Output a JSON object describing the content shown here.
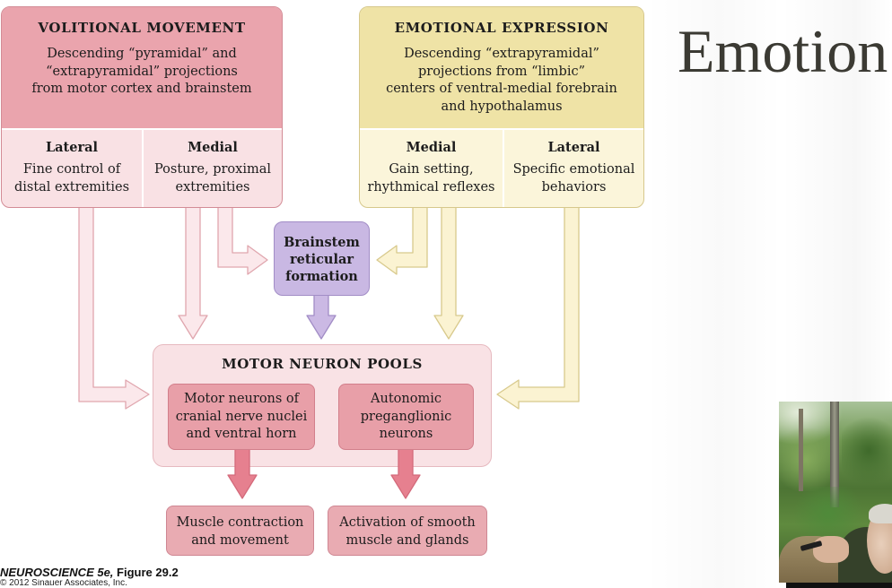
{
  "slide": {
    "title": "Emotion",
    "caption_book": "NEUROSCIENCE 5e,",
    "caption_figure": "Figure 29.2",
    "copyright": "© 2012 Sinauer Associates, Inc."
  },
  "diagram": {
    "volitional": {
      "heading": "VOLITIONAL MOVEMENT",
      "description": [
        "Descending “pyramidal” and",
        "“extrapyramidal” projections",
        "from motor cortex and brainstem"
      ],
      "lateral": {
        "heading": "Lateral",
        "lines": [
          "Fine control of",
          "distal extremities"
        ]
      },
      "medial": {
        "heading": "Medial",
        "lines": [
          "Posture, proximal",
          "extremities"
        ]
      }
    },
    "emotional": {
      "heading": "EMOTIONAL EXPRESSION",
      "description": [
        "Descending “extrapyramidal”",
        "projections from “limbic”",
        "centers of ventral-medial forebrain",
        "and hypothalamus"
      ],
      "medial": {
        "heading": "Medial",
        "lines": [
          "Gain setting,",
          "rhythmical reflexes"
        ]
      },
      "lateral": {
        "heading": "Lateral",
        "lines": [
          "Specific emotional",
          "behaviors"
        ]
      }
    },
    "brainstem": {
      "lines": [
        "Brainstem",
        "reticular",
        "formation"
      ]
    },
    "motor_neuron_pools": {
      "heading": "MOTOR NEURON POOLS",
      "somatic": {
        "lines": [
          "Motor neurons of",
          "cranial nerve nuclei",
          "and ventral horn"
        ]
      },
      "autonomic": {
        "lines": [
          "Autonomic",
          "preganglionic",
          "neurons"
        ]
      }
    },
    "outputs": {
      "somatic": {
        "lines": [
          "Muscle contraction",
          "and movement"
        ]
      },
      "autonomic": {
        "lines": [
          "Activation of smooth",
          "muscle and glands"
        ]
      }
    }
  },
  "colors": {
    "volitional_header": "#eaa4ad",
    "volitional_body": "#f9e1e4",
    "volitional_border": "#d38c96",
    "emotional_header": "#efe3a6",
    "emotional_body": "#fbf5da",
    "emotional_border": "#d6c88c",
    "brainstem_fill": "#c9b8e3",
    "brainstem_border": "#a28dc6",
    "motor_pools_fill": "#f9e2e5",
    "motor_pools_border": "#e6b9bf",
    "motor_pools_inner": "#e89fa8",
    "motor_pools_inner_border": "#d27f8b",
    "output_fill": "#e9abb2",
    "output_border": "#cf8793",
    "arrow_pink": "#fbe8eb",
    "arrow_pink_stroke": "#e0a6ae",
    "arrow_yellow": "#fbf3d2",
    "arrow_yellow_stroke": "#d8c98c",
    "arrow_purple": "#cbb9e4",
    "arrow_purple_stroke": "#a28dc6",
    "arrow_solid": "#e6808f",
    "arrow_solid_stroke": "#d46a7b",
    "title_text": "#3b3a33",
    "diagram_text": "#1c1c1c"
  }
}
